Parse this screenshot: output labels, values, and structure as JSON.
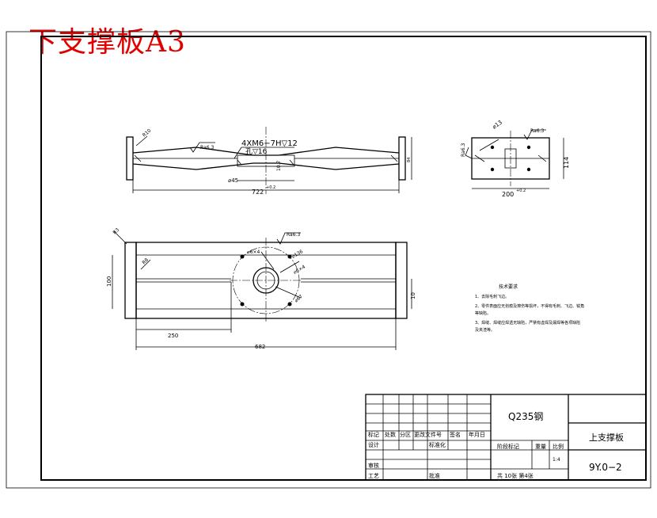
{
  "overlay_title": "下支撑板A3",
  "front_view": {
    "thread_note": "4XM6−7H▽12",
    "hole_depth": "孔▽16",
    "dia45": "⌀45",
    "len722": "722",
    "tol": "+0.2",
    "r10": "R10",
    "ra": "Ra6.3",
    "h10": "10.7"
  },
  "side_view": {
    "ra_top": "Ra6.3",
    "ra_left": "Ra6.3",
    "dia": "⌀13",
    "h114": "114",
    "w200": "200",
    "tol": "+0.2"
  },
  "top_view": {
    "r3": "R3",
    "r8": "R8",
    "ra": "Ra6.3",
    "d6": "⌀6×4",
    "d136": "⌀136",
    "d64": "⌀6×4",
    "d67": "⌀67",
    "h100": "100",
    "r10": "10",
    "len250": "250",
    "len682": "682"
  },
  "tech_requirements": {
    "heading": "技术要求",
    "lines": [
      "1、去除毛刺飞边。",
      "2、零件表面应无划痕及擦伤等损坏，不得有毛刺、飞边、锐角",
      "   等缺陷。",
      "3、焊缝、焊缝应焊透无缺陷，严禁有虚焊及漏焊等各项缺陷",
      "   及夹渣等。"
    ]
  },
  "title_block": {
    "material": "Q235钢",
    "part_name": "上支撑板",
    "drawing_no": "9Y.0−2",
    "h_mark": "标记",
    "h_count": "处数",
    "h_zone": "分区",
    "h_doc": "更改文件号",
    "h_sign": "签名",
    "h_date": "年月日",
    "r_design": "设计",
    "r_standard": "标准化",
    "r_stage": "阶段标记",
    "r_weight": "重量",
    "r_scale": "比例",
    "scale_value": "1:4",
    "r_check": "审核",
    "r_process": "工艺",
    "r_approve": "批准",
    "sheets": "共 10张  第4张"
  }
}
